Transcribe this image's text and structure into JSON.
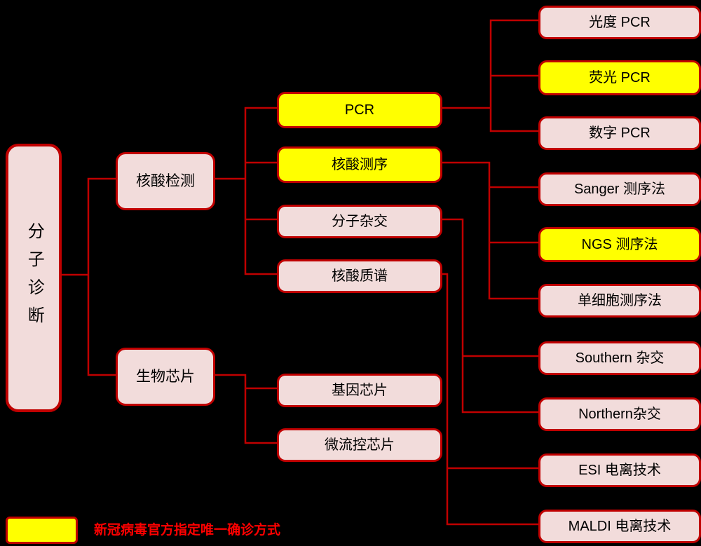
{
  "colors": {
    "background": "#000000",
    "node_fill_pink": "#f2dcdb",
    "node_fill_yellow": "#ffff00",
    "node_border": "#c00000",
    "line": "#c00000",
    "legend_text": "#ff0000"
  },
  "nodes": {
    "root": {
      "label": "分子诊断",
      "highlighted": false
    },
    "nucleic_acid_testing": {
      "label": "核酸检测",
      "highlighted": false
    },
    "biochip": {
      "label": "生物芯片",
      "highlighted": false
    },
    "pcr": {
      "label": "PCR",
      "highlighted": true
    },
    "nucleic_acid_sequencing": {
      "label": "核酸测序",
      "highlighted": true
    },
    "molecular_hybridization": {
      "label": "分子杂交",
      "highlighted": false
    },
    "nucleic_acid_mass_spec": {
      "label": "核酸质谱",
      "highlighted": false
    },
    "gene_chip": {
      "label": "基因芯片",
      "highlighted": false
    },
    "microfluidic_chip": {
      "label": "微流控芯片",
      "highlighted": false
    },
    "photometric_pcr": {
      "label": "光度 PCR",
      "highlighted": false
    },
    "fluorescent_pcr": {
      "label": "荧光 PCR",
      "highlighted": true
    },
    "digital_pcr": {
      "label": "数字 PCR",
      "highlighted": false
    },
    "sanger_sequencing": {
      "label": "Sanger 测序法",
      "highlighted": false
    },
    "ngs_sequencing": {
      "label": "NGS 测序法",
      "highlighted": true
    },
    "single_cell_sequencing": {
      "label": "单细胞测序法",
      "highlighted": false
    },
    "southern_hybridization": {
      "label": "Southern 杂交",
      "highlighted": false
    },
    "northern_hybridization": {
      "label": "Northern杂交",
      "highlighted": false
    },
    "esi_ionization": {
      "label": "ESI 电离技术",
      "highlighted": false
    },
    "maldi_ionization": {
      "label": "MALDI 电离技术",
      "highlighted": false
    }
  },
  "legend": {
    "label": "新冠病毒官方指定唯一确诊方式"
  }
}
